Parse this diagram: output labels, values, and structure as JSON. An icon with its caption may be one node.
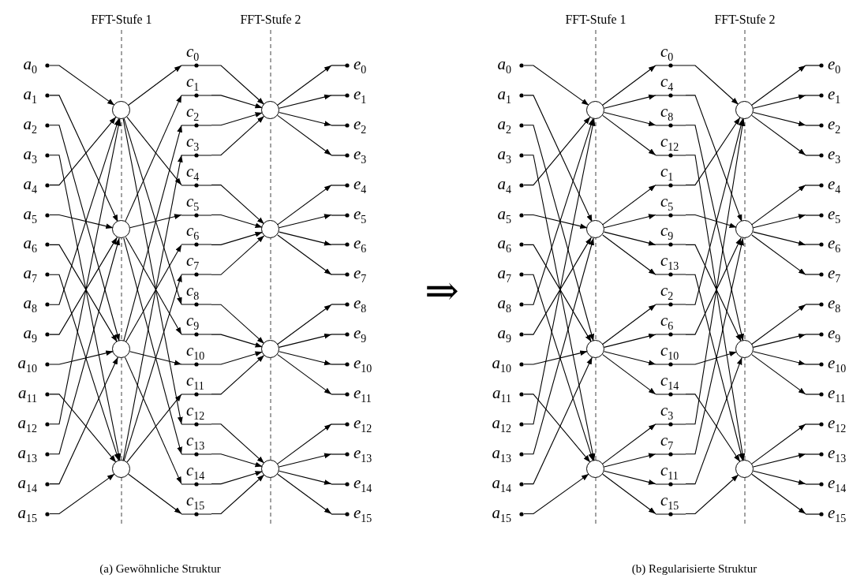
{
  "diagram": {
    "nodes": [
      {
        "text": [
          "a$_{0}$"
        ]
      },
      {
        "text": [
          "a$_{1}$"
        ]
      },
      {
        "text": [
          "a$_{2}$"
        ]
      },
      {
        "text": [
          "a$_{3}$"
        ]
      },
      {
        "text": [
          "a$_{4}$"
        ]
      },
      {
        "text": [
          "a$_{5}$"
        ]
      },
      {
        "text": [
          "a$_{6}$"
        ]
      },
      {
        "text": [
          "a$_{7}$"
        ]
      },
      {
        "text": [
          "a$_{8}$"
        ]
      },
      {
        "text": [
          "a$_{9}$"
        ]
      },
      {
        "text": [
          "a$_{10}$"
        ]
      },
      {
        "text": [
          "a$_{11}$"
        ]
      },
      {
        "text": [
          "a$_{12}$"
        ]
      },
      {
        "text": [
          "a$_{13}$"
        ]
      },
      {
        "text": [
          "a$_{14}$"
        ]
      },
      {
        "text": [
          "a$_{15}$"
        ]
      },
      {
        "text": [],
        "shape": "circle"
      },
      {
        "text": [],
        "shape": "circle"
      },
      {
        "text": [],
        "shape": "circle"
      },
      {
        "text": [],
        "shape": "circle"
      },
      {
        "text": [
          "c$_{0}$"
        ]
      },
      {
        "text": [
          "c$_{1}$"
        ]
      },
      {
        "text": [
          "c$_{2}$"
        ]
      },
      {
        "text": [
          "c$_{3}$"
        ]
      },
      {
        "text": [
          "c$_{4}$"
        ]
      },
      {
        "text": [
          "c$_{5}$"
        ]
      },
      {
        "text": [
          "c$_{6}$"
        ]
      },
      {
        "text": [
          "c$_{7}$"
        ]
      },
      {
        "text": [
          "c$_{8}$"
        ]
      },
      {
        "text": [
          "c$_{9}$"
        ]
      },
      {
        "text": [
          "c$_{10}$"
        ]
      },
      {
        "text": [
          "c$_{11}$"
        ]
      },
      {
        "text": [
          "c$_{12}$"
        ]
      },
      {
        "text": [
          "c$_{13}$"
        ]
      },
      {
        "text": [
          "c$_{14}$"
        ]
      },
      {
        "text": [
          "c$_{15}$"
        ]
      },
      {
        "text": [],
        "shape": "circle"
      },
      {
        "text": [],
        "shape": "circle"
      },
      {
        "text": [],
        "shape": "circle"
      },
      {
        "text": [],
        "shape": "circle"
      },
      {
        "text": [
          "e$_{0}$"
        ]
      },
      {
        "text": [
          "e$_{1}$"
        ]
      },
      {
        "text": [
          "e$_{2}$"
        ]
      },
      {
        "text": [
          "e$_{3}$"
        ]
      },
      {
        "text": [
          "e$_{4}$"
        ]
      },
      {
        "text": [
          "e$_{5}$"
        ]
      },
      {
        "text": [
          "e$_{6}$"
        ]
      },
      {
        "text": [
          "e$_{7}$"
        ]
      },
      {
        "text": [
          "e$_{8}$"
        ]
      },
      {
        "text": [
          "e$_{9}$"
        ]
      },
      {
        "text": [
          "e$_{10}$"
        ]
      },
      {
        "text": [
          "e$_{11}$"
        ]
      },
      {
        "text": [
          "e$_{12}$"
        ]
      },
      {
        "text": [
          "e$_{13}$"
        ]
      },
      {
        "text": [
          "e$_{14}$"
        ]
      },
      {
        "text": [
          "e$_{15}$"
        ]
      },
      {
        "text": [
          "a$_{0}$"
        ]
      },
      {
        "text": [
          "a$_{1}$"
        ]
      },
      {
        "text": [
          "a$_{2}$"
        ]
      },
      {
        "text": [
          "a$_{3}$"
        ]
      },
      {
        "text": [
          "a$_{4}$"
        ]
      },
      {
        "text": [
          "a$_{5}$"
        ]
      },
      {
        "text": [
          "a$_{6}$"
        ]
      },
      {
        "text": [
          "a$_{7}$"
        ]
      },
      {
        "text": [
          "a$_{8}$"
        ]
      },
      {
        "text": [
          "a$_{9}$"
        ]
      },
      {
        "text": [
          "a$_{10}$"
        ]
      },
      {
        "text": [
          "a$_{11}$"
        ]
      },
      {
        "text": [
          "a$_{12}$"
        ]
      },
      {
        "text": [
          "a$_{13}$"
        ]
      },
      {
        "text": [
          "a$_{14}$"
        ]
      },
      {
        "text": [
          "a$_{15}$"
        ]
      },
      {
        "text": [],
        "shape": "circle"
      },
      {
        "text": [],
        "shape": "circle"
      },
      {
        "text": [],
        "shape": "circle"
      },
      {
        "text": [],
        "shape": "circle"
      },
      {
        "text": [
          "c$_{0}$"
        ]
      },
      {
        "text": [
          "c$_{4}$"
        ]
      },
      {
        "text": [
          "c$_{8}$"
        ]
      },
      {
        "text": [
          "c$_{12}$"
        ]
      },
      {
        "text": [
          "c$_{1}$"
        ]
      },
      {
        "text": [
          "c$_{5}$"
        ]
      },
      {
        "text": [
          "c$_{9}$"
        ]
      },
      {
        "text": [
          "c$_{13}$"
        ]
      },
      {
        "text": [
          "c$_{2}$"
        ]
      },
      {
        "text": [
          "c$_{6}$"
        ]
      },
      {
        "text": [
          "c$_{10}$"
        ]
      },
      {
        "text": [
          "c$_{14}$"
        ]
      },
      {
        "text": [
          "c$_{3}$"
        ]
      },
      {
        "text": [
          "c$_{7}$"
        ]
      },
      {
        "text": [
          "c$_{11}$"
        ]
      },
      {
        "text": [
          "c$_{15}$"
        ]
      },
      {
        "text": [],
        "shape": "circle"
      },
      {
        "text": [],
        "shape": "circle"
      },
      {
        "text": [],
        "shape": "circle"
      },
      {
        "text": [],
        "shape": "circle"
      },
      {
        "text": [
          "e$_{0}$"
        ]
      },
      {
        "text": [
          "e$_{1}$"
        ]
      },
      {
        "text": [
          "e$_{2}$"
        ]
      },
      {
        "text": [
          "e$_{3}$"
        ]
      },
      {
        "text": [
          "e$_{4}$"
        ]
      },
      {
        "text": [
          "e$_{5}$"
        ]
      },
      {
        "text": [
          "e$_{6}$"
        ]
      },
      {
        "text": [
          "e$_{7}$"
        ]
      },
      {
        "text": [
          "e$_{8}$"
        ]
      },
      {
        "text": [
          "e$_{9}$"
        ]
      },
      {
        "text": [
          "e$_{10}$"
        ]
      },
      {
        "text": [
          "e$_{11}$"
        ]
      },
      {
        "text": [
          "e$_{12}$"
        ]
      },
      {
        "text": [
          "e$_{13}$"
        ]
      },
      {
        "text": [
          "e$_{14}$"
        ]
      },
      {
        "text": [
          "e$_{15}$"
        ]
      }
    ],
    "edges": [
      {
        "from": 0,
        "to": 16,
        "arrow": "to"
      },
      {
        "from": 1,
        "to": 17,
        "arrow": "to"
      },
      {
        "from": 2,
        "to": 18,
        "arrow": "to"
      },
      {
        "from": 3,
        "to": 19,
        "arrow": "to"
      },
      {
        "from": 4,
        "to": 16,
        "arrow": "to"
      },
      {
        "from": 5,
        "to": 17,
        "arrow": "to"
      },
      {
        "from": 6,
        "to": 18,
        "arrow": "to"
      },
      {
        "from": 7,
        "to": 19,
        "arrow": "to"
      },
      {
        "from": 8,
        "to": 16,
        "arrow": "to"
      },
      {
        "from": 9,
        "to": 17,
        "arrow": "to"
      },
      {
        "from": 10,
        "to": 18,
        "arrow": "to"
      },
      {
        "from": 11,
        "to": 19,
        "arrow": "to"
      },
      {
        "from": 12,
        "to": 16,
        "arrow": "to"
      },
      {
        "from": 13,
        "to": 17,
        "arrow": "to"
      },
      {
        "from": 14,
        "to": 18,
        "arrow": "to"
      },
      {
        "from": 15,
        "to": 19,
        "arrow": "to"
      },
      {
        "from": 16,
        "to": 20,
        "arrow": "to"
      },
      {
        "from": 16,
        "to": 24,
        "arrow": "to"
      },
      {
        "from": 16,
        "to": 28,
        "arrow": "to"
      },
      {
        "from": 16,
        "to": 32,
        "arrow": "to"
      },
      {
        "from": 17,
        "to": 21,
        "arrow": "to"
      },
      {
        "from": 17,
        "to": 25,
        "arrow": "to"
      },
      {
        "from": 17,
        "to": 29,
        "arrow": "to"
      },
      {
        "from": 17,
        "to": 33,
        "arrow": "to"
      },
      {
        "from": 18,
        "to": 22,
        "arrow": "to"
      },
      {
        "from": 18,
        "to": 26,
        "arrow": "to"
      },
      {
        "from": 18,
        "to": 30,
        "arrow": "to"
      },
      {
        "from": 18,
        "to": 34,
        "arrow": "to"
      },
      {
        "from": 19,
        "to": 23,
        "arrow": "to"
      },
      {
        "from": 19,
        "to": 27,
        "arrow": "to"
      },
      {
        "from": 19,
        "to": 31,
        "arrow": "to"
      },
      {
        "from": 19,
        "to": 35,
        "arrow": "to"
      },
      {
        "from": 20,
        "to": 36,
        "arrow": "to"
      },
      {
        "from": 21,
        "to": 36,
        "arrow": "to"
      },
      {
        "from": 22,
        "to": 36,
        "arrow": "to"
      },
      {
        "from": 23,
        "to": 36,
        "arrow": "to"
      },
      {
        "from": 24,
        "to": 37,
        "arrow": "to"
      },
      {
        "from": 25,
        "to": 37,
        "arrow": "to"
      },
      {
        "from": 26,
        "to": 37,
        "arrow": "to"
      },
      {
        "from": 27,
        "to": 37,
        "arrow": "to"
      },
      {
        "from": 28,
        "to": 38,
        "arrow": "to"
      },
      {
        "from": 29,
        "to": 38,
        "arrow": "to"
      },
      {
        "from": 30,
        "to": 38,
        "arrow": "to"
      },
      {
        "from": 31,
        "to": 38,
        "arrow": "to"
      },
      {
        "from": 32,
        "to": 39,
        "arrow": "to"
      },
      {
        "from": 33,
        "to": 39,
        "arrow": "to"
      },
      {
        "from": 34,
        "to": 39,
        "arrow": "to"
      },
      {
        "from": 35,
        "to": 39,
        "arrow": "to"
      },
      {
        "from": 36,
        "to": 40,
        "arrow": "to"
      },
      {
        "from": 36,
        "to": 41,
        "arrow": "to"
      },
      {
        "from": 36,
        "to": 42,
        "arrow": "to"
      },
      {
        "from": 36,
        "to": 43,
        "arrow": "to"
      },
      {
        "from": 37,
        "to": 44,
        "arrow": "to"
      },
      {
        "from": 37,
        "to": 45,
        "arrow": "to"
      },
      {
        "from": 37,
        "to": 46,
        "arrow": "to"
      },
      {
        "from": 37,
        "to": 47,
        "arrow": "to"
      },
      {
        "from": 38,
        "to": 48,
        "arrow": "to"
      },
      {
        "from": 38,
        "to": 49,
        "arrow": "to"
      },
      {
        "from": 38,
        "to": 50,
        "arrow": "to"
      },
      {
        "from": 38,
        "to": 51,
        "arrow": "to"
      },
      {
        "from": 39,
        "to": 52,
        "arrow": "to"
      },
      {
        "from": 39,
        "to": 53,
        "arrow": "to"
      },
      {
        "from": 39,
        "to": 54,
        "arrow": "to"
      },
      {
        "from": 39,
        "to": 55,
        "arrow": "to"
      },
      {
        "from": 56,
        "to": 72,
        "arrow": "to"
      },
      {
        "from": 57,
        "to": 73,
        "arrow": "to"
      },
      {
        "from": 58,
        "to": 74,
        "arrow": "to"
      },
      {
        "from": 59,
        "to": 75,
        "arrow": "to"
      },
      {
        "from": 60,
        "to": 72,
        "arrow": "to"
      },
      {
        "from": 61,
        "to": 73,
        "arrow": "to"
      },
      {
        "from": 62,
        "to": 74,
        "arrow": "to"
      },
      {
        "from": 63,
        "to": 75,
        "arrow": "to"
      },
      {
        "from": 64,
        "to": 72,
        "arrow": "to"
      },
      {
        "from": 65,
        "to": 73,
        "arrow": "to"
      },
      {
        "from": 66,
        "to": 74,
        "arrow": "to"
      },
      {
        "from": 67,
        "to": 75,
        "arrow": "to"
      },
      {
        "from": 68,
        "to": 72,
        "arrow": "to"
      },
      {
        "from": 69,
        "to": 73,
        "arrow": "to"
      },
      {
        "from": 70,
        "to": 74,
        "arrow": "to"
      },
      {
        "from": 71,
        "to": 75,
        "arrow": "to"
      },
      {
        "from": 72,
        "to": 76,
        "arrow": "to"
      },
      {
        "from": 72,
        "to": 77,
        "arrow": "to"
      },
      {
        "from": 72,
        "to": 78,
        "arrow": "to"
      },
      {
        "from": 72,
        "to": 79,
        "arrow": "to"
      },
      {
        "from": 73,
        "to": 80,
        "arrow": "to"
      },
      {
        "from": 73,
        "to": 81,
        "arrow": "to"
      },
      {
        "from": 73,
        "to": 82,
        "arrow": "to"
      },
      {
        "from": 73,
        "to": 83,
        "arrow": "to"
      },
      {
        "from": 74,
        "to": 84,
        "arrow": "to"
      },
      {
        "from": 74,
        "to": 85,
        "arrow": "to"
      },
      {
        "from": 74,
        "to": 86,
        "arrow": "to"
      },
      {
        "from": 74,
        "to": 87,
        "arrow": "to"
      },
      {
        "from": 75,
        "to": 88,
        "arrow": "to"
      },
      {
        "from": 75,
        "to": 89,
        "arrow": "to"
      },
      {
        "from": 75,
        "to": 90,
        "arrow": "to"
      },
      {
        "from": 75,
        "to": 91,
        "arrow": "to"
      },
      {
        "from": 76,
        "to": 92,
        "arrow": "to"
      },
      {
        "from": 77,
        "to": 93,
        "arrow": "to"
      },
      {
        "from": 78,
        "to": 94,
        "arrow": "to"
      },
      {
        "from": 79,
        "to": 95,
        "arrow": "to"
      },
      {
        "from": 80,
        "to": 92,
        "arrow": "to"
      },
      {
        "from": 81,
        "to": 93,
        "arrow": "to"
      },
      {
        "from": 82,
        "to": 94,
        "arrow": "to"
      },
      {
        "from": 83,
        "to": 95,
        "arrow": "to"
      },
      {
        "from": 84,
        "to": 92,
        "arrow": "to"
      },
      {
        "from": 85,
        "to": 93,
        "arrow": "to"
      },
      {
        "from": 86,
        "to": 94,
        "arrow": "to"
      },
      {
        "from": 87,
        "to": 95,
        "arrow": "to"
      },
      {
        "from": 88,
        "to": 92,
        "arrow": "to"
      },
      {
        "from": 89,
        "to": 93,
        "arrow": "to"
      },
      {
        "from": 90,
        "to": 94,
        "arrow": "to"
      },
      {
        "from": 91,
        "to": 95,
        "arrow": "to"
      },
      {
        "from": 92,
        "to": 96,
        "arrow": "to"
      },
      {
        "from": 92,
        "to": 97,
        "arrow": "to"
      },
      {
        "from": 92,
        "to": 98,
        "arrow": "to"
      },
      {
        "from": 92,
        "to": 99,
        "arrow": "to"
      },
      {
        "from": 93,
        "to": 100,
        "arrow": "to"
      },
      {
        "from": 93,
        "to": 101,
        "arrow": "to"
      },
      {
        "from": 93,
        "to": 102,
        "arrow": "to"
      },
      {
        "from": 93,
        "to": 103,
        "arrow": "to"
      },
      {
        "from": 94,
        "to": 104,
        "arrow": "to"
      },
      {
        "from": 94,
        "to": 105,
        "arrow": "to"
      },
      {
        "from": 94,
        "to": 106,
        "arrow": "to"
      },
      {
        "from": 94,
        "to": 107,
        "arrow": "to"
      },
      {
        "from": 95,
        "to": 108,
        "arrow": "to"
      },
      {
        "from": 95,
        "to": 109,
        "arrow": "to"
      },
      {
        "from": 95,
        "to": 110,
        "arrow": "to"
      },
      {
        "from": 95,
        "to": 111,
        "arrow": "to"
      }
    ],
    "labels": [
      "FFT-Stufe 1",
      "FFT-Stufe 2",
      "FFT-Stufe 1",
      "FFT-Stufe 2",
      "⇒",
      "(a) Gewöhnliche Struktur",
      "(b) Regularisierte Struktur"
    ]
  }
}
